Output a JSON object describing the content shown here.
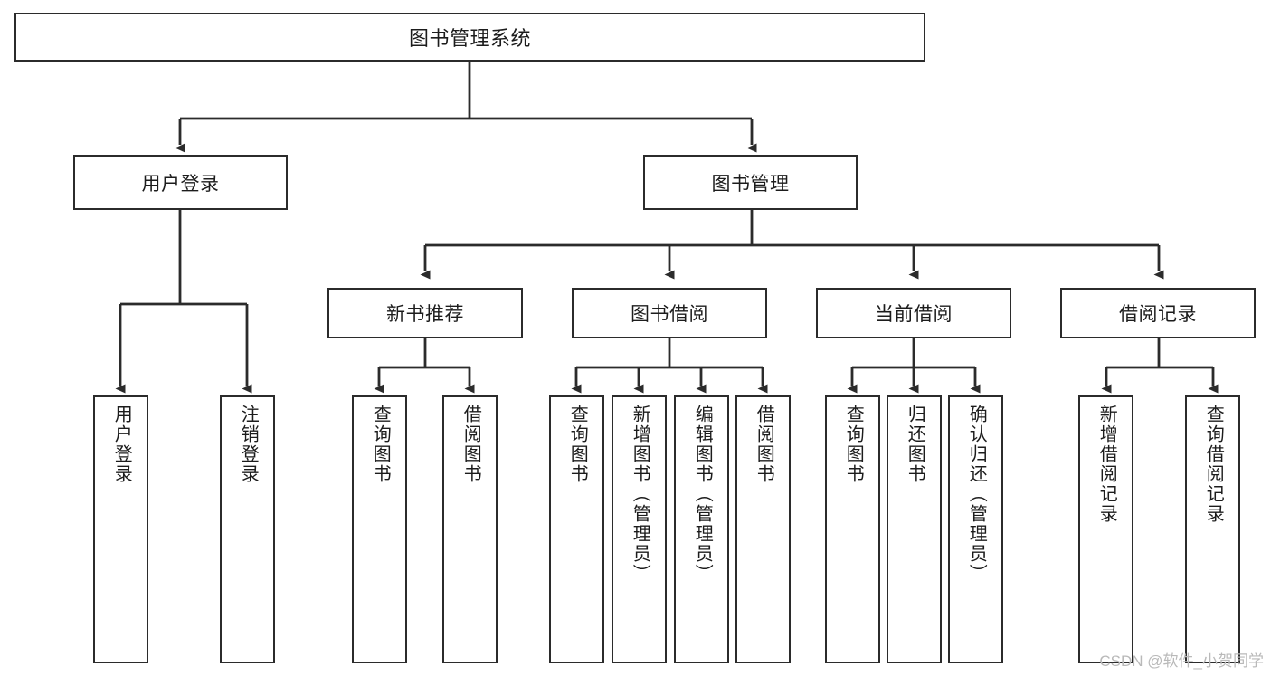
{
  "diagram": {
    "title": "图书管理系统",
    "type": "tree-hierarchy",
    "watermark": "CSDN @软件_小贺同学",
    "colors": {
      "box_border": "#2b2b2b",
      "box_fill": "#ffffff",
      "connector": "#2b2b2b",
      "text": "#1c1c1c",
      "watermark": "#b9b9b9"
    },
    "root": {
      "label": "图书管理系统"
    },
    "level2": [
      {
        "label": "用户登录"
      },
      {
        "label": "图书管理"
      }
    ],
    "level3": [
      {
        "label": "新书推荐"
      },
      {
        "label": "图书借阅"
      },
      {
        "label": "当前借阅"
      },
      {
        "label": "借阅记录"
      }
    ],
    "leaves": {
      "user_login": [
        {
          "label": "用户登录"
        },
        {
          "label": "注销登录"
        }
      ],
      "new_book_recommend": [
        {
          "label": "查询图书"
        },
        {
          "label": "借阅图书"
        }
      ],
      "book_borrow": [
        {
          "label": "查询图书"
        },
        {
          "label": "新增图书（管理员）"
        },
        {
          "label": "编辑图书（管理员）"
        },
        {
          "label": "借阅图书"
        }
      ],
      "current_borrow": [
        {
          "label": "查询图书"
        },
        {
          "label": "归还图书"
        },
        {
          "label": "确认归还（管理员）"
        }
      ],
      "borrow_record": [
        {
          "label": "新增借阅记录"
        },
        {
          "label": "查询借阅记录"
        }
      ]
    }
  }
}
